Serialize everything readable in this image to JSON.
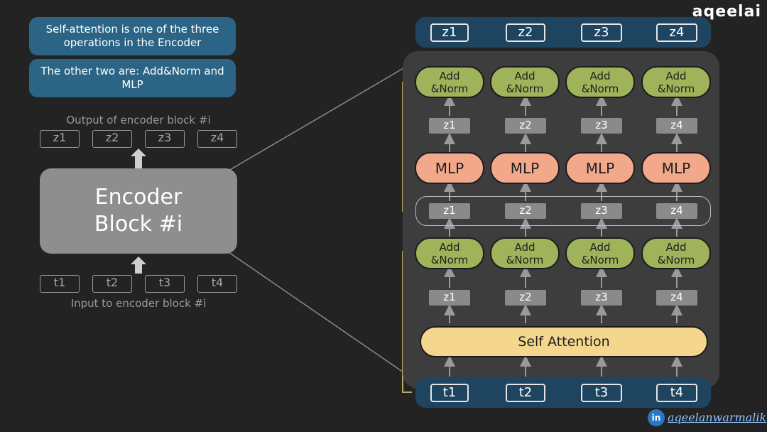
{
  "notes": {
    "note1": "Self-attention is one of the three operations in the Encoder",
    "note2": "The other two are: Add&Norm and MLP"
  },
  "left": {
    "output_label": "Output of encoder block #i",
    "input_label": "Input to encoder block #i",
    "outputs": [
      "z1",
      "z2",
      "z3",
      "z4"
    ],
    "inputs": [
      "t1",
      "t2",
      "t3",
      "t4"
    ],
    "encoder_line1": "Encoder",
    "encoder_line2": "Block #i"
  },
  "right": {
    "outputs": [
      "z1",
      "z2",
      "z3",
      "z4"
    ],
    "inputs": [
      "t1",
      "t2",
      "t3",
      "t4"
    ],
    "add_norm_line1": "Add",
    "add_norm_line2": "&Norm",
    "mlp": "MLP",
    "z": [
      "z1",
      "z2",
      "z3",
      "z4"
    ],
    "self_attention": "Self Attention"
  },
  "brand": "aqeelai",
  "linkedin": {
    "icon": "in",
    "handle": "aqeelanwarmalik"
  },
  "colors": {
    "note_bg": "#2b6485",
    "add_norm": "#9fb45a",
    "mlp": "#f2a88a",
    "self_attention": "#f4d68e",
    "encoder": "#8e8e8e"
  }
}
